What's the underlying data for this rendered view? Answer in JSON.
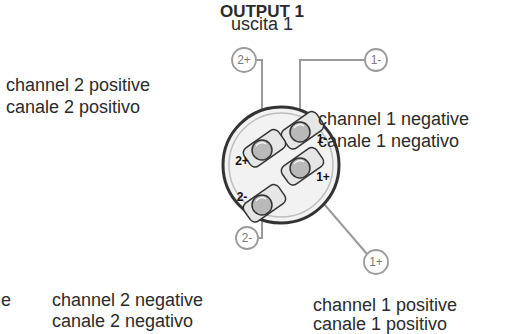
{
  "diagram": {
    "title": "OUTPUT 1",
    "nodes": [
      {
        "text": [
          "2+"
        ]
      },
      {
        "text": [
          "1-"
        ]
      },
      {
        "text": [
          "2-"
        ]
      },
      {
        "text": [
          "1+"
        ]
      }
    ],
    "labels": [
      "uscita 1",
      "channel 2 positive",
      "canale 2 positivo",
      "channel 1 negative",
      "canale 1 negativo",
      "2+",
      "1-",
      "2-",
      "1+",
      "e",
      "channel 2 negative",
      "canale 2 negativo",
      "channel 1 positive",
      "canale 1 positivo"
    ]
  }
}
